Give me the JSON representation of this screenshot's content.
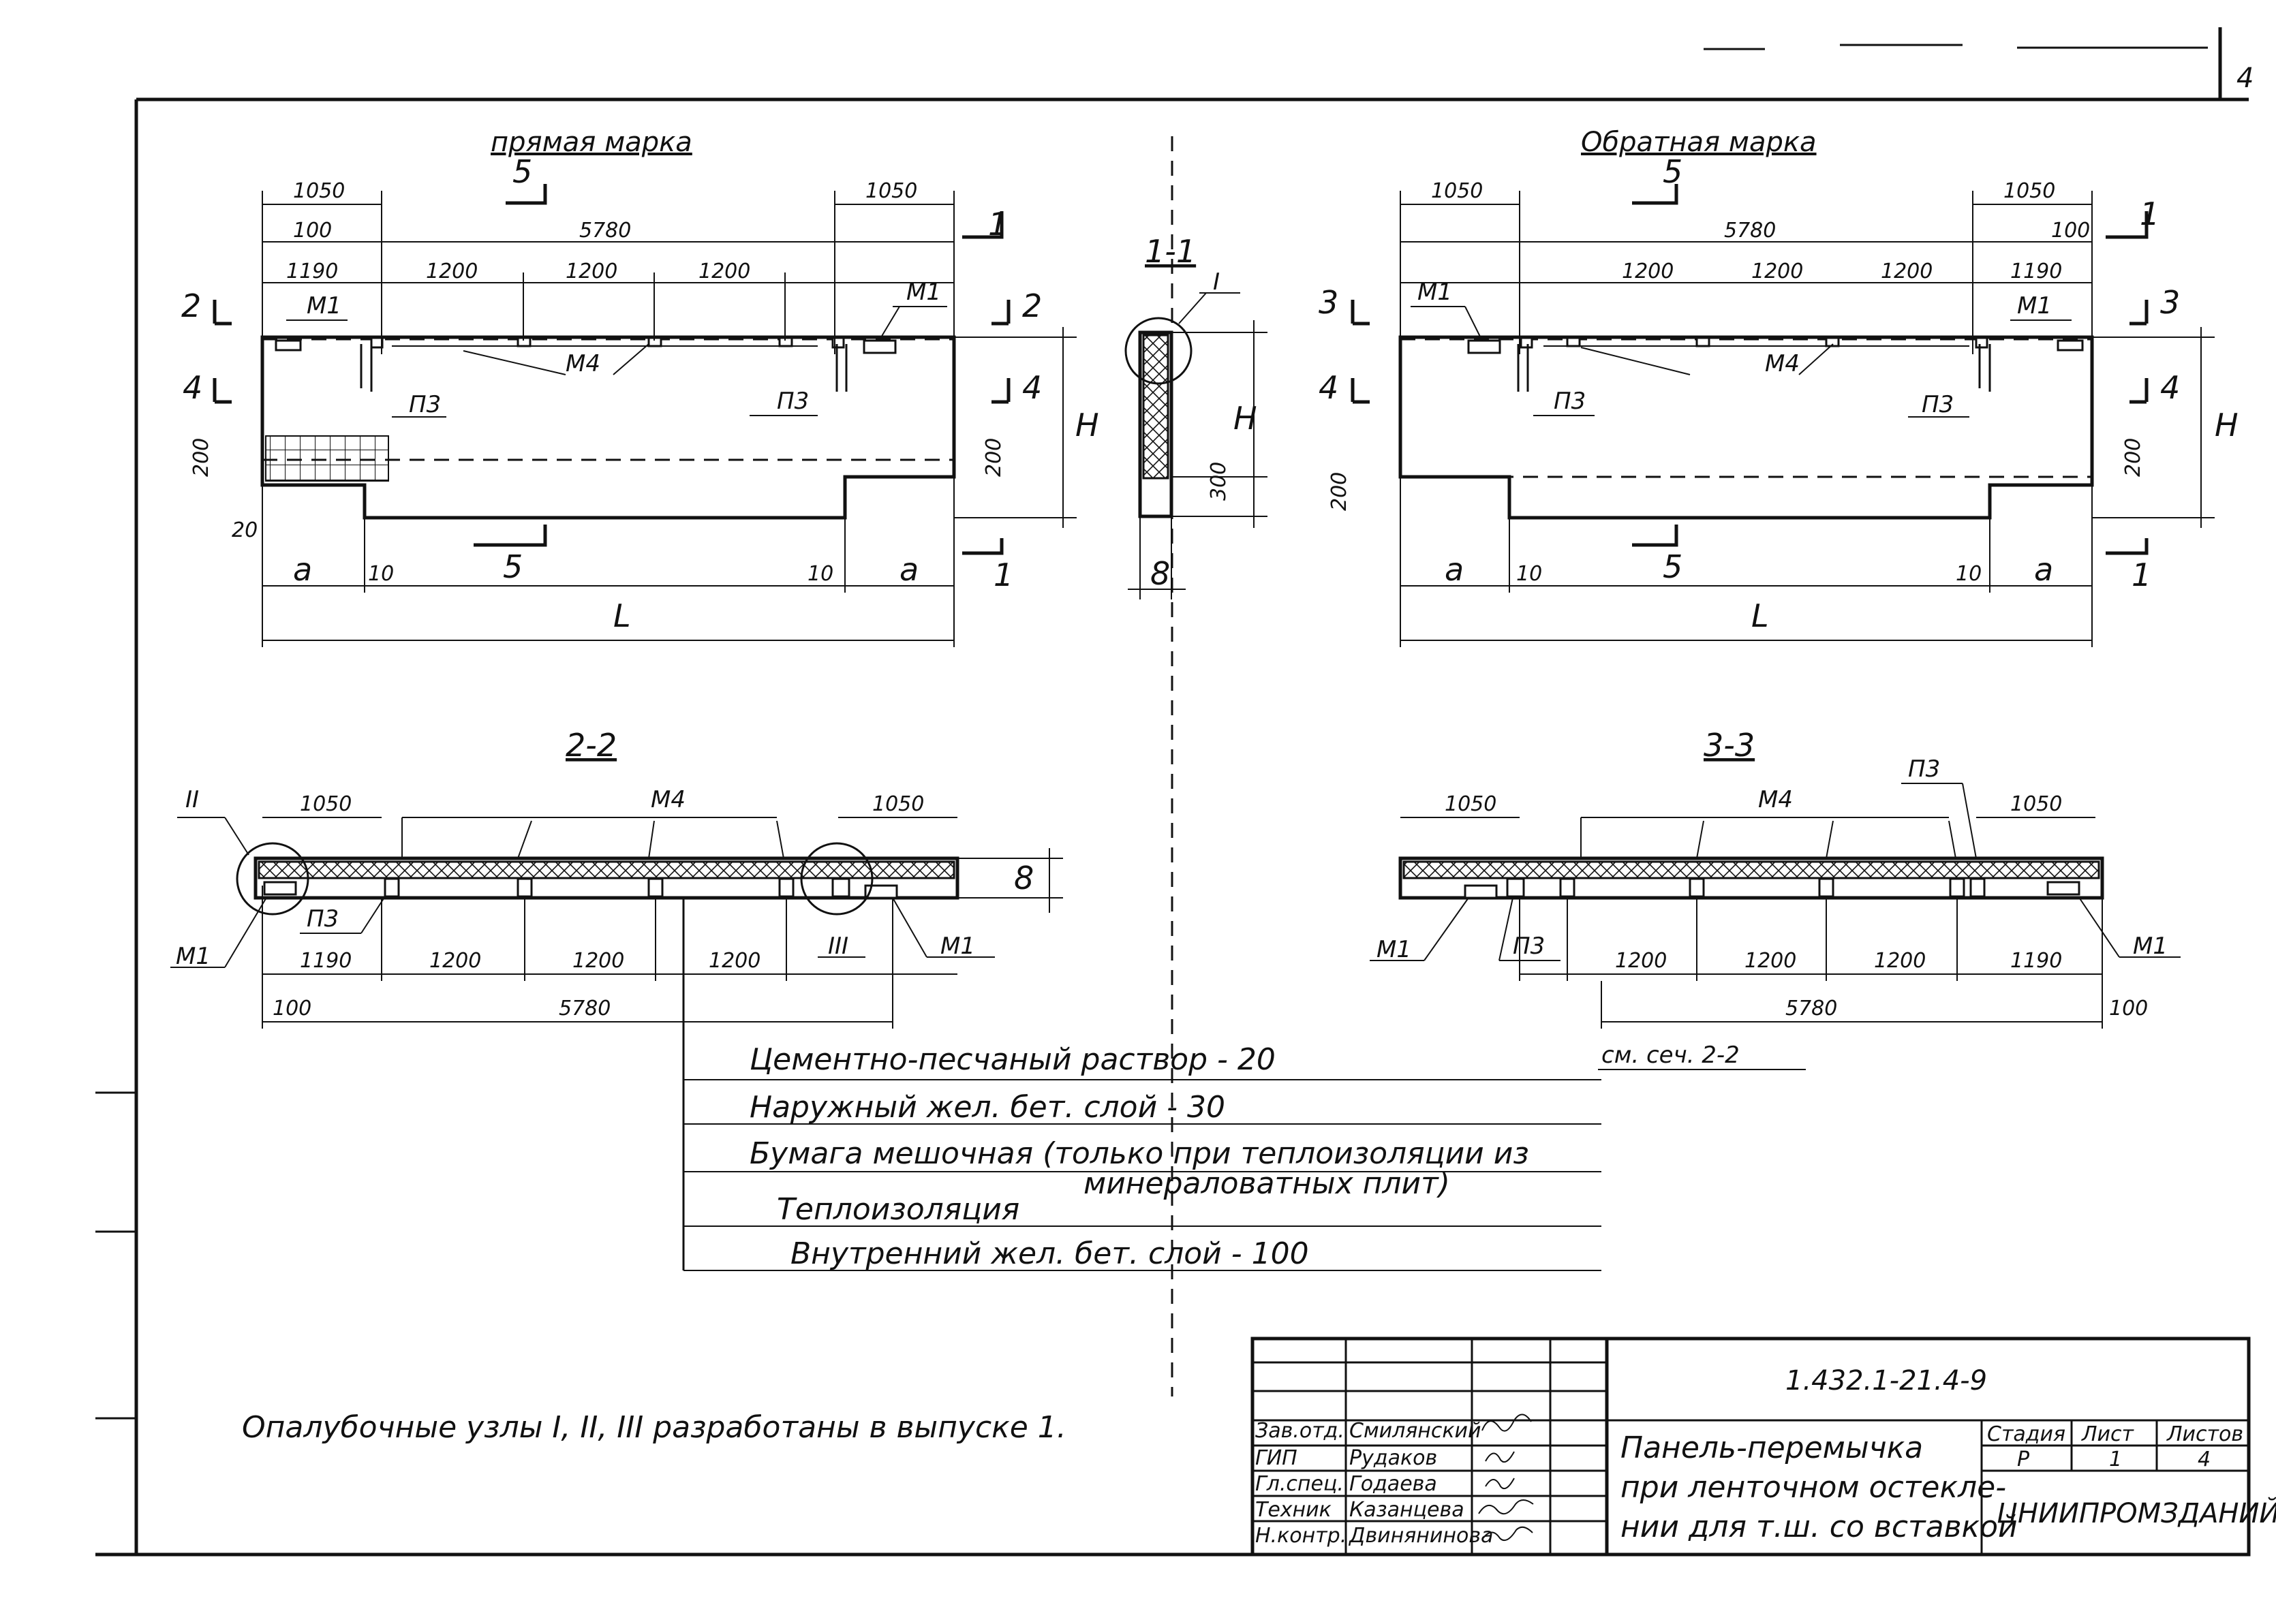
{
  "headers": {
    "direct_mark": "прямая марка",
    "reverse_mark": "Обратная марка",
    "section_1_1": "1-1",
    "section_2_2": "2-2",
    "section_3_3": "3-3"
  },
  "dims": {
    "d1050": "1050",
    "d100": "100",
    "d5780": "5780",
    "d1190": "1190",
    "d1200": "1200",
    "d200": "200",
    "d20": "20",
    "d10": "10",
    "d300": "300",
    "a": "a",
    "L": "L",
    "H": "H",
    "B": "8"
  },
  "labels": {
    "M1": "М1",
    "M4": "М4",
    "P3": "П3",
    "cut1": "1",
    "cut2": "2",
    "cut3": "3",
    "cut4": "4",
    "cut5": "5",
    "node_I": "I",
    "node_II": "II",
    "node_III": "III",
    "see_section": "см. сеч. 2-2"
  },
  "layers": [
    "Цементно-песчаный раствор - 20",
    "Наружный жел. бет. слой - 30",
    "Бумага мешочная (только при теплоизоляции из",
    "минераловатных плит)",
    "Теплоизоляция",
    "Внутренний жел. бет. слой - 100"
  ],
  "footnote": "Опалубочные узлы I, II, III разработаны в выпуске 1.",
  "page_number": "4",
  "title_block": {
    "code": "1.432.1-21.4-9",
    "name_lines": [
      "Панель-перемычка",
      "при ленточном остекле-",
      "нии для т.ш. со вставкой"
    ],
    "stage_label": "Стадия",
    "sheet_label": "Лист",
    "sheets_label": "Листов",
    "stage": "Р",
    "sheet": "1",
    "sheets": "4",
    "org": "ЦНИИПРОМЗДАНИЙ",
    "roles": [
      {
        "role": "Зав.отд.",
        "name": "Смилянский"
      },
      {
        "role": "ГИП",
        "name": "Рудаков"
      },
      {
        "role": "Гл.спец.",
        "name": "Годаева"
      },
      {
        "role": "Техник",
        "name": "Казанцева"
      },
      {
        "role": "Н.контр.",
        "name": "Двинянинова"
      }
    ]
  }
}
